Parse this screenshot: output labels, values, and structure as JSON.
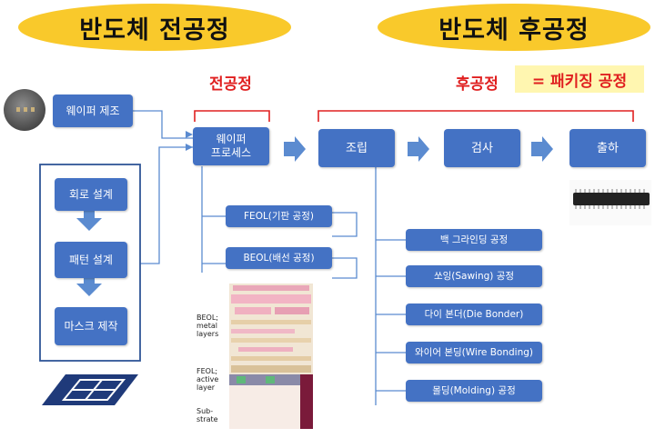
{
  "banners": {
    "front_end": "반도체 전공정",
    "back_end": "반도체 후공정"
  },
  "labels": {
    "front": "전공정",
    "back": "후공정",
    "packaging": "= 패키징 공정"
  },
  "steps": {
    "wafer": "웨이퍼 제조",
    "circuit": "회로 설계",
    "pattern": "패턴 설계",
    "mask": "마스크 제작",
    "process_line1": "웨이퍼",
    "process_line2": "프로세스",
    "feol": "FEOL(기판 공정)",
    "beol": "BEOL(배선 공정)",
    "assembly": "조립",
    "inspection": "검사",
    "shipping": "출하"
  },
  "assembly_steps": [
    "백 그라인딩 공정",
    "쏘잉(Sawing) 공정",
    "다이 본더(Die Bonder)",
    "와이어 본딩(Wire Bonding)",
    "몰딩(Molding) 공정"
  ],
  "cross_section": {
    "beol_label": "BEOL;\nmetal\nlayers",
    "feol_label": "FEOL;\nactive\nlayer",
    "substrate_label": "Sub-\nstrate"
  },
  "colors": {
    "box": "#4472c4",
    "banner": "#f9c92b",
    "accent_red": "#e02020",
    "connector": "#5b8bd0"
  }
}
